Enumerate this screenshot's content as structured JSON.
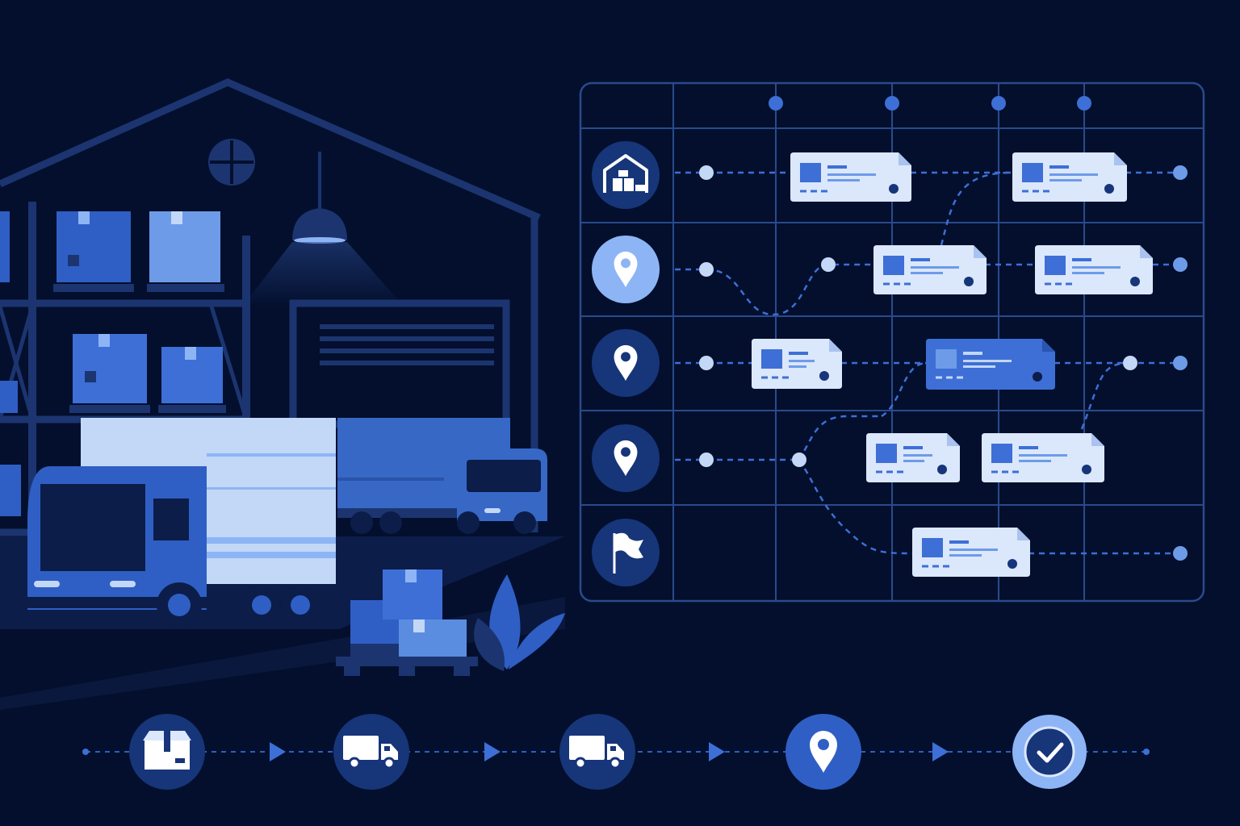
{
  "colors": {
    "background": "#030f2d",
    "panel_border": "#2a4a8c",
    "grid_line": "#2a4a8c",
    "node_dark": "#173579",
    "node_light": "#8db5f5",
    "card_light": "#dbe7fb",
    "card_accent": "#3d6fd6",
    "connector": "#3d6fd6",
    "warehouse_line": "#1c3570",
    "truck_blue": "#2f5fc4",
    "truck_light": "#c3d7f7"
  },
  "schedule_board": {
    "rows": [
      {
        "icon": "warehouse-icon",
        "style": "dark"
      },
      {
        "icon": "location-pin-icon",
        "style": "light"
      },
      {
        "icon": "location-pin-icon",
        "style": "dark"
      },
      {
        "icon": "location-pin-icon",
        "style": "dark"
      },
      {
        "icon": "flag-icon",
        "style": "dark"
      }
    ],
    "cards": [
      {
        "row": 1,
        "style": "light"
      },
      {
        "row": 1,
        "style": "light"
      },
      {
        "row": 2,
        "style": "light"
      },
      {
        "row": 2,
        "style": "light"
      },
      {
        "row": 3,
        "style": "light"
      },
      {
        "row": 3,
        "style": "highlight"
      },
      {
        "row": 4,
        "style": "light"
      },
      {
        "row": 4,
        "style": "light"
      },
      {
        "row": 5,
        "style": "light"
      }
    ]
  },
  "process_flow": {
    "steps": [
      {
        "icon": "package-icon",
        "style": "dark"
      },
      {
        "icon": "delivery-truck-icon",
        "style": "dark"
      },
      {
        "icon": "delivery-truck-icon",
        "style": "dark"
      },
      {
        "icon": "location-pin-icon",
        "style": "medium"
      },
      {
        "icon": "checkmark-icon",
        "style": "complete"
      }
    ]
  }
}
